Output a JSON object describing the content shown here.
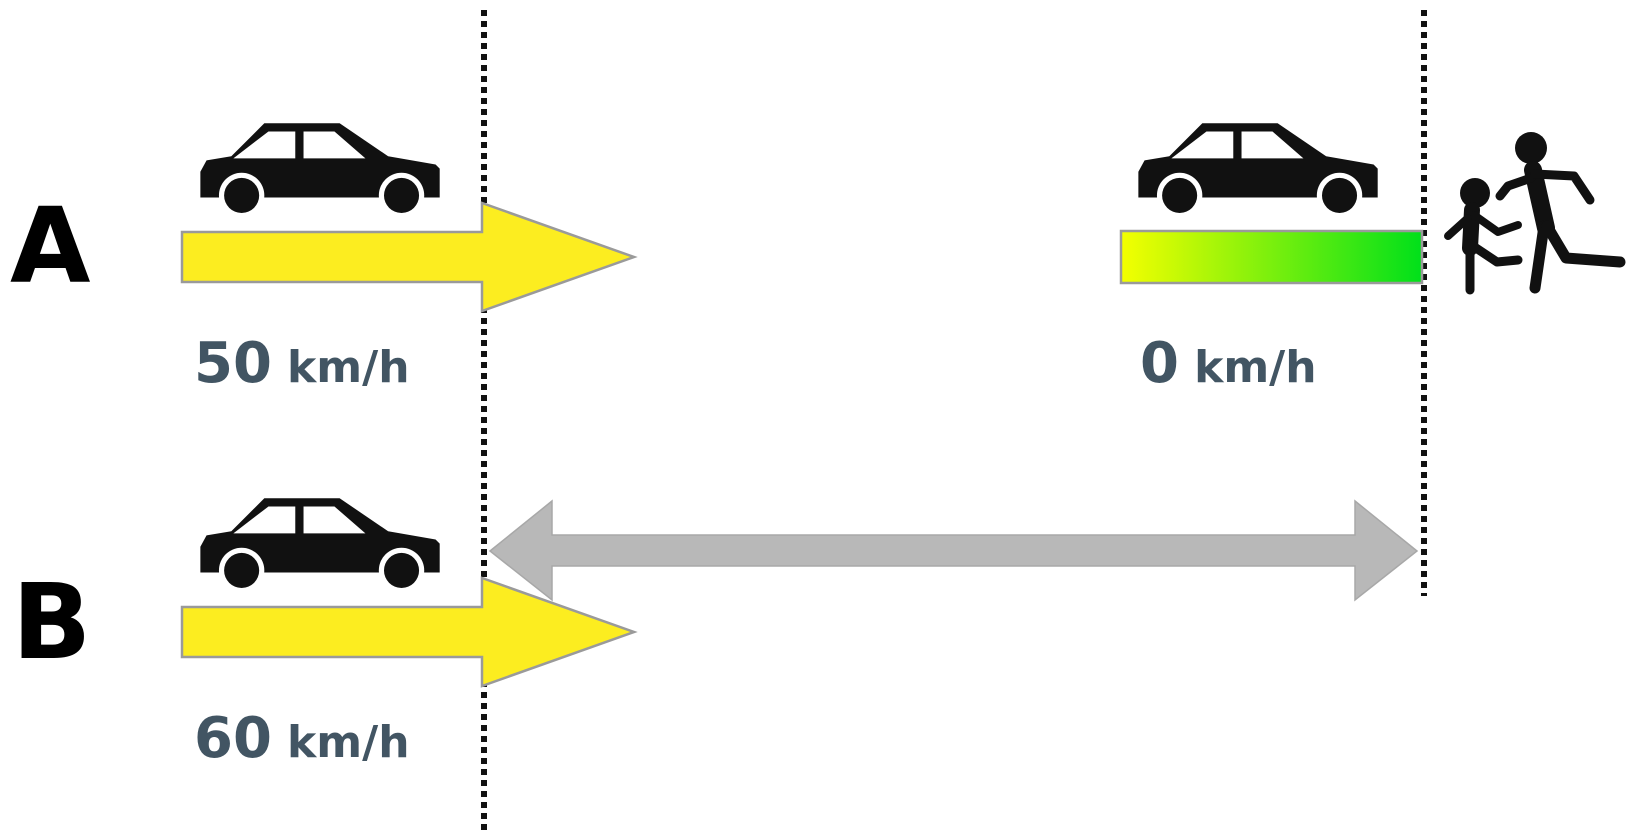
{
  "scenarios": [
    {
      "label": "A",
      "speed_value": "50",
      "speed_unit": "km/h"
    },
    {
      "label": "B",
      "speed_value": "60",
      "speed_unit": "km/h"
    }
  ],
  "stopped": {
    "speed_value": "0",
    "speed_unit": "km/h"
  },
  "icons": {
    "car": "car-icon",
    "pedestrians": "pedestrians-running-icon"
  },
  "colors": {
    "speed_arrow": "#fced20",
    "braking_gradient_start": "#f4ff00",
    "braking_gradient_end": "#00e01a",
    "distance_arrow": "#b8b8b8",
    "marker_line": "#111111",
    "speed_text": "#425563"
  }
}
